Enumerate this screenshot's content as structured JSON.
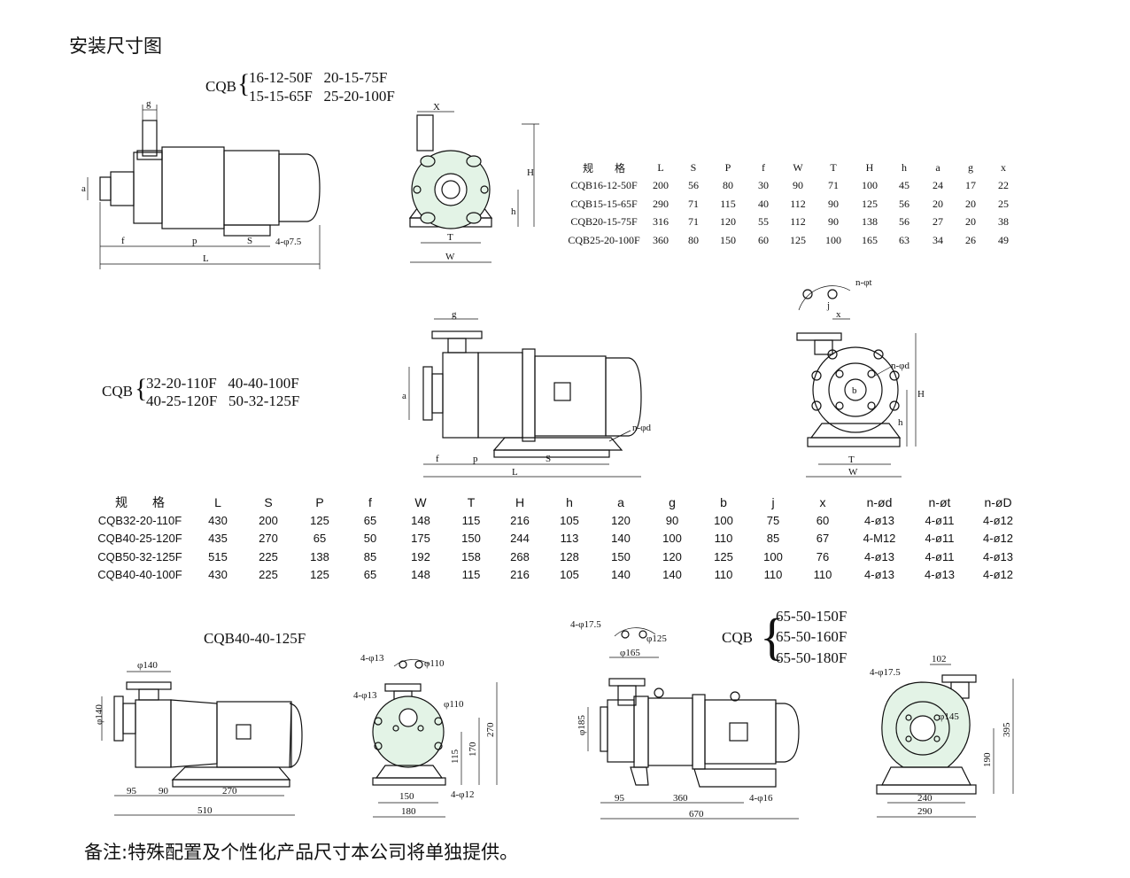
{
  "title": "安装尺寸图",
  "footnote": "备注:特殊配置及个性化产品尺寸本公司将单独提供。",
  "group1": {
    "prefix": "CQB",
    "models_line1": "16-12-50F   20-15-75F",
    "models_line2": "15-15-65F   25-20-100F",
    "headers": [
      "规　　格",
      "L",
      "S",
      "P",
      "f",
      "W",
      "T",
      "H",
      "h",
      "a",
      "g",
      "x"
    ],
    "rows": [
      [
        "CQB16-12-50F",
        "200",
        "56",
        "80",
        "30",
        "90",
        "71",
        "100",
        "45",
        "24",
        "17",
        "22"
      ],
      [
        "CQB15-15-65F",
        "290",
        "71",
        "115",
        "40",
        "112",
        "90",
        "125",
        "56",
        "20",
        "20",
        "25"
      ],
      [
        "CQB20-15-75F",
        "316",
        "71",
        "120",
        "55",
        "112",
        "90",
        "138",
        "56",
        "27",
        "20",
        "38"
      ],
      [
        "CQB25-20-100F",
        "360",
        "80",
        "150",
        "60",
        "125",
        "100",
        "165",
        "63",
        "34",
        "26",
        "49"
      ]
    ],
    "dims": {
      "g": "g",
      "a": "a",
      "f": "f",
      "p": "p",
      "S": "S",
      "L": "L",
      "bolt": "4-φ7.5",
      "X": "X",
      "H": "H",
      "h": "h",
      "T": "T",
      "W": "W"
    }
  },
  "group2": {
    "prefix": "CQB",
    "models_line1": "32-20-110F   40-40-100F",
    "models_line2": "40-25-120F   50-32-125F",
    "headers": [
      "规　　格",
      "L",
      "S",
      "P",
      "f",
      "W",
      "T",
      "H",
      "h",
      "a",
      "g",
      "b",
      "j",
      "x",
      "n-ød",
      "n-øt",
      "n-øD"
    ],
    "rows": [
      [
        "CQB32-20-110F",
        "430",
        "200",
        "125",
        "65",
        "148",
        "115",
        "216",
        "105",
        "120",
        "90",
        "100",
        "75",
        "60",
        "4-ø13",
        "4-ø11",
        "4-ø12"
      ],
      [
        "CQB40-25-120F",
        "435",
        "270",
        "65",
        "50",
        "175",
        "150",
        "244",
        "113",
        "140",
        "100",
        "110",
        "85",
        "67",
        "4-M12",
        "4-ø11",
        "4-ø12"
      ],
      [
        "CQB50-32-125F",
        "515",
        "225",
        "138",
        "85",
        "192",
        "158",
        "268",
        "128",
        "150",
        "120",
        "125",
        "100",
        "76",
        "4-ø13",
        "4-ø11",
        "4-ø13"
      ],
      [
        "CQB40-40-100F",
        "430",
        "225",
        "125",
        "65",
        "148",
        "115",
        "216",
        "105",
        "140",
        "140",
        "110",
        "110",
        "110",
        "4-ø13",
        "4-ø13",
        "4-ø12"
      ]
    ],
    "dims": {
      "g": "g",
      "a": "a",
      "f": "f",
      "p": "p",
      "S": "S",
      "L": "L",
      "nd": "n-φd",
      "nt": "n-φt",
      "ndd": "n-φd",
      "j": "j",
      "x": "x",
      "b": "b",
      "H": "H",
      "h": "h",
      "T": "T",
      "W": "W"
    }
  },
  "group3": {
    "model": "CQB40-40-125F",
    "dims": {
      "d140a": "φ140",
      "d140b": "φ140",
      "d95": "95",
      "d90": "90",
      "d270": "270",
      "d510": "510",
      "bolt13a": "4-φ13",
      "d110a": "φ110",
      "bolt13b": "4-φ13",
      "d110b": "φ110",
      "d115": "115",
      "d170": "170",
      "d270v": "270",
      "d150": "150",
      "d180": "180",
      "bolt12": "4-φ12"
    }
  },
  "group4": {
    "prefix": "CQB",
    "models": [
      "65-50-150F",
      "65-50-160F",
      "65-50-180F"
    ],
    "dims": {
      "bolt175a": "4-φ17.5",
      "d125": "φ125",
      "d165": "φ165",
      "d185": "φ185",
      "d95": "95",
      "d360": "360",
      "d670": "670",
      "bolt16": "4-φ16",
      "bolt175b": "4-φ17.5",
      "d102": "102",
      "d145": "φ145",
      "d395": "395",
      "d190": "190",
      "d240": "240",
      "d290": "290"
    }
  }
}
